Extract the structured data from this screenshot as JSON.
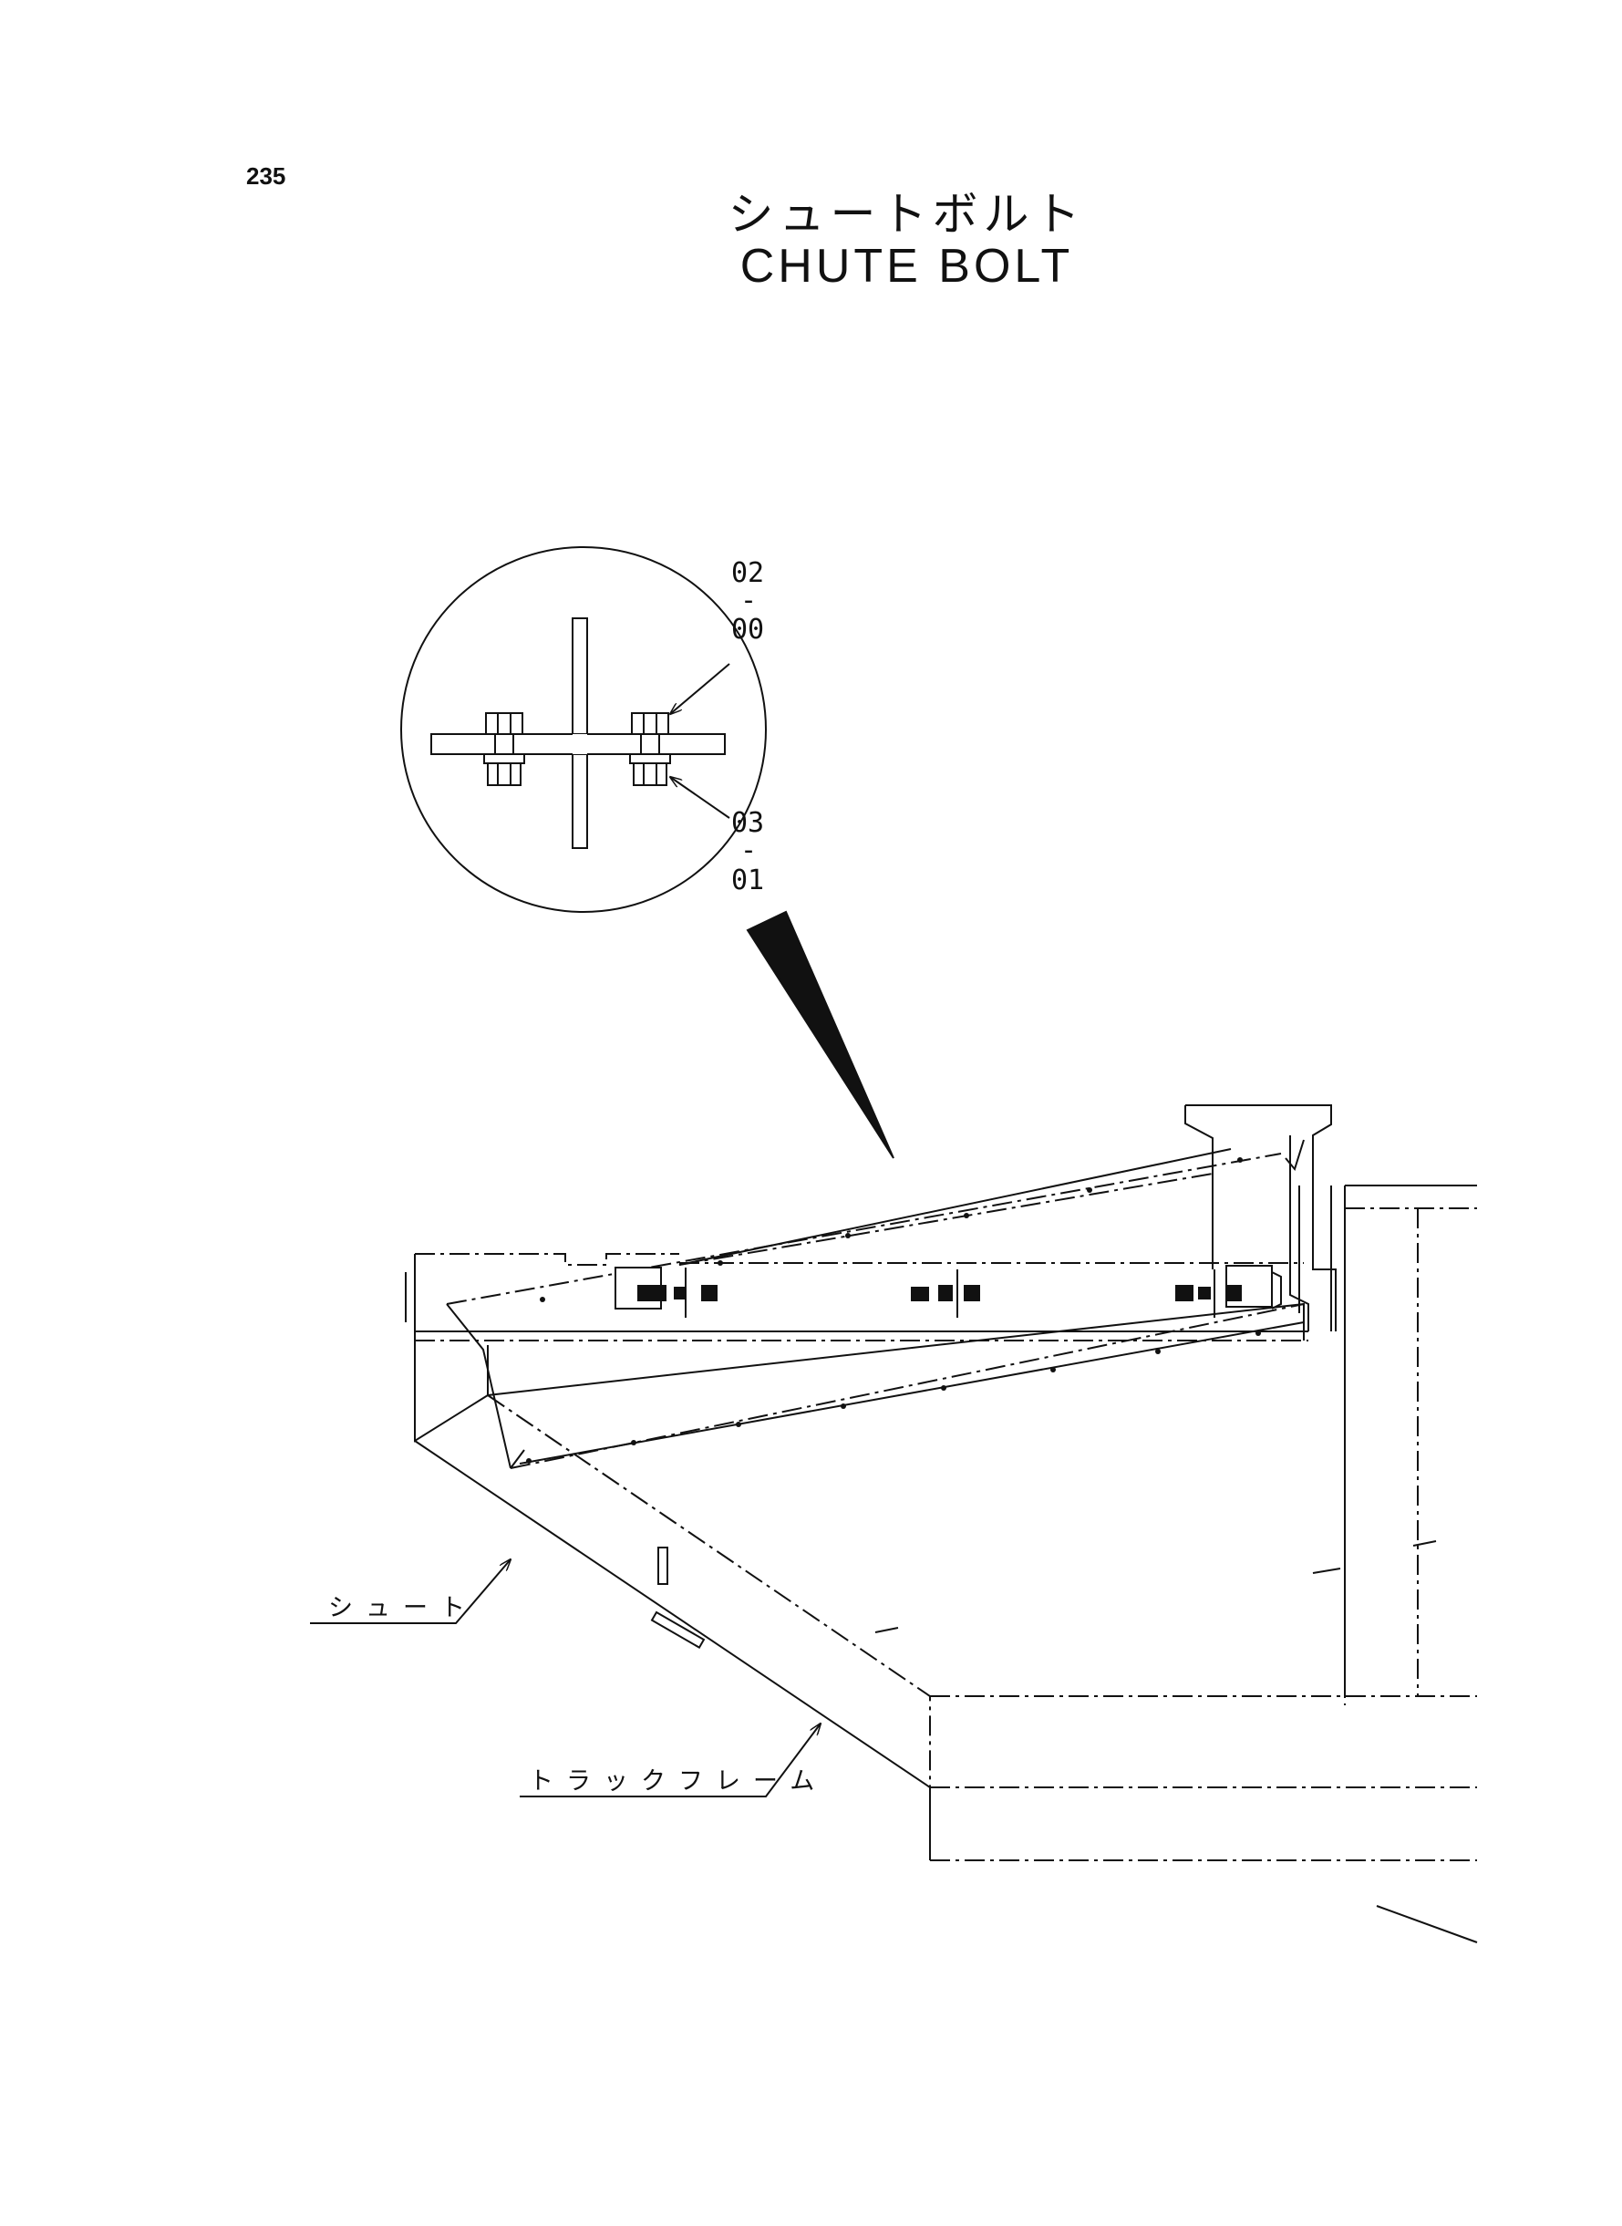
{
  "page": {
    "number": "235"
  },
  "title": {
    "japanese": "シュートボルト",
    "english": "CHUTE  BOLT"
  },
  "detail": {
    "callout_upper": {
      "top": "02",
      "sep": "-",
      "bottom": "00"
    },
    "callout_lower": {
      "top": "03",
      "sep": "-",
      "bottom": "01"
    }
  },
  "labels": {
    "chute": "シュート",
    "track_frame": "トラックフレーム"
  }
}
